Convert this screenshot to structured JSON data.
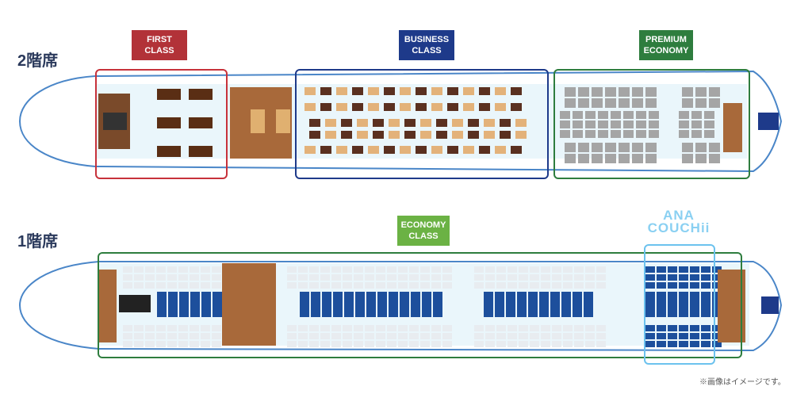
{
  "upper_deck": {
    "label": "2階席",
    "classes": [
      {
        "line1": "FIRST",
        "line2": "CLASS",
        "color": "#b23238"
      },
      {
        "line1": "BUSINESS",
        "line2": "CLASS",
        "color": "#1e3a8a"
      },
      {
        "line1": "PREMIUM",
        "line2": "ECONOMY",
        "color": "#2e7d3e"
      }
    ]
  },
  "lower_deck": {
    "label": "1階席",
    "classes": [
      {
        "line1": "ECONOMY",
        "line2": "CLASS",
        "color": "#6bb244"
      }
    ],
    "couchii": {
      "line1": "ANA",
      "line2": "COUCHii",
      "color": "#8ad0f2"
    }
  },
  "colors": {
    "fuselage_outline": "#4a86c8",
    "cabin_floor": "#eaf6fb",
    "wood": "#a8693a",
    "dark_wood": "#5a2e14",
    "seat_navy": "#1d4f9c",
    "seat_grey": "#a5a5a5",
    "seat_light": "#e8ecf0",
    "galley_grey": "#c8c8c8",
    "first_zone": "#c7323b",
    "business_zone": "#1e3a8a",
    "premium_zone": "#2e7d3e",
    "economy_zone": "#2e7d3e",
    "couchii_zone": "#6cc2ee"
  },
  "note": "※画像はイメージです。"
}
